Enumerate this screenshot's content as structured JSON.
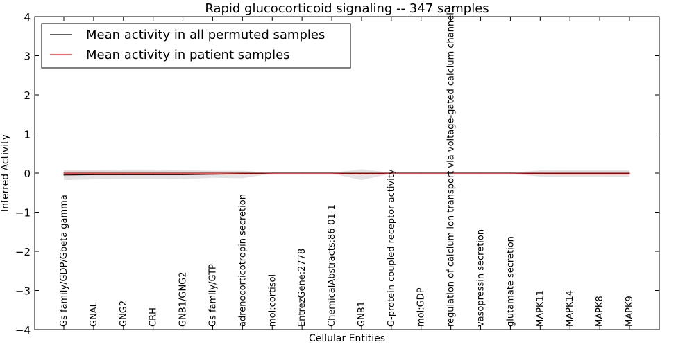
{
  "chart_data": {
    "type": "line",
    "title": "Rapid glucocorticoid signaling -- 347 samples",
    "xlabel": "Cellular Entities",
    "ylabel": "Inferred Activity",
    "ylim": [
      -4,
      4
    ],
    "yticks": [
      "4",
      "3",
      "2",
      "1",
      "0",
      "−1",
      "−2",
      "−3",
      "−4"
    ],
    "ytick_values": [
      4,
      3,
      2,
      1,
      0,
      -1,
      -2,
      -3,
      -4
    ],
    "grid": false,
    "legend_position": "top-left",
    "categories": [
      "Gs family/GDP/Gbeta gamma",
      "GNAL",
      "GNG2",
      "CRH",
      "GNB1/GNG2",
      "Gs family/GTP",
      "adrenocorticotropin secretion",
      "mol:cortisol",
      "EntrezGene:2778",
      "ChemicalAbstracts:86-01-1",
      "GNB1",
      "G-protein coupled receptor activity",
      "mol:GDP",
      "regulation of calcium ion transport via voltage-gated calcium channel",
      "vasopressin secretion",
      "glutamate secretion",
      "MAPK11",
      "MAPK14",
      "MAPK8",
      "MAPK9"
    ],
    "series": [
      {
        "name": "Mean activity in all permuted samples",
        "color": "#000000",
        "values": [
          -0.05,
          -0.04,
          -0.04,
          -0.04,
          -0.04,
          -0.03,
          -0.02,
          0.0,
          0.0,
          0.0,
          -0.02,
          0.0,
          0.0,
          0.0,
          0.0,
          0.0,
          -0.01,
          -0.01,
          -0.01,
          -0.01
        ],
        "band_upper": [
          0.08,
          0.08,
          0.09,
          0.09,
          0.08,
          0.06,
          0.06,
          0.01,
          0.0,
          0.01,
          0.1,
          0.01,
          0.0,
          0.0,
          0.0,
          0.01,
          0.07,
          0.07,
          0.07,
          0.07
        ],
        "band_lower": [
          -0.18,
          -0.16,
          -0.15,
          -0.15,
          -0.16,
          -0.12,
          -0.13,
          -0.01,
          0.0,
          -0.01,
          -0.18,
          -0.01,
          0.0,
          0.0,
          0.0,
          -0.01,
          -0.09,
          -0.09,
          -0.09,
          -0.1
        ],
        "band_color": "#d9d9d9"
      },
      {
        "name": "Mean activity in patient samples",
        "color": "#ff0000",
        "values": [
          0.0,
          0.0,
          0.0,
          0.0,
          0.0,
          0.0,
          0.0,
          0.0,
          0.0,
          0.0,
          0.0,
          0.0,
          0.0,
          0.0,
          0.0,
          0.0,
          0.0,
          0.0,
          0.0,
          0.0
        ],
        "band_upper": [
          0.06,
          0.06,
          0.05,
          0.05,
          0.04,
          0.04,
          0.03,
          0.0,
          0.0,
          0.0,
          0.0,
          0.0,
          0.0,
          0.0,
          0.0,
          0.0,
          0.04,
          0.05,
          0.05,
          0.05
        ],
        "band_lower": [
          -0.06,
          -0.06,
          -0.05,
          -0.05,
          -0.04,
          -0.04,
          -0.03,
          0.0,
          0.0,
          0.0,
          0.0,
          0.0,
          0.0,
          0.0,
          0.0,
          0.0,
          -0.04,
          -0.05,
          -0.05,
          -0.05
        ],
        "band_color": "#f4c7c7"
      }
    ]
  }
}
